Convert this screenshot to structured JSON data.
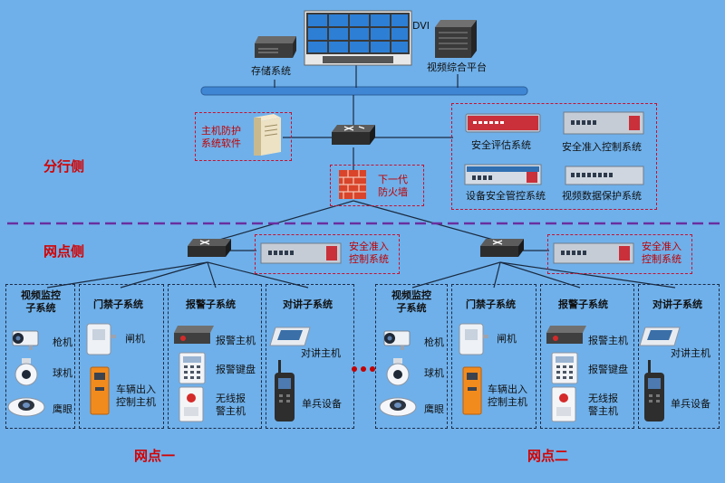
{
  "center": {
    "dvi": "DVI",
    "storage": "存储系统",
    "video_platform": "视频综合平台",
    "host_protect_l1": "主机防护",
    "host_protect_l2": "系统软件",
    "firewall_l1": "下一代",
    "firewall_l2": "防火墙",
    "branch_side": "分行侧",
    "network_side": "网点侧"
  },
  "security_group": {
    "items": [
      "安全评估系统",
      "安全准入控制系统",
      "设备安全管控系统",
      "视频数据保护系统"
    ]
  },
  "sites": [
    {
      "name": "网点一",
      "access_l1": "安全准入",
      "access_l2": "控制系统",
      "video": {
        "title_l1": "视频监控",
        "title_l2": "子系统",
        "items": [
          "枪机",
          "球机",
          "鹰眼"
        ]
      },
      "door": {
        "title": "门禁子系统",
        "gate": "闸机",
        "vehicle_l1": "车辆出入",
        "vehicle_l2": "控制主机"
      },
      "alarm": {
        "title": "报警子系统",
        "host": "报警主机",
        "keypad": "报警键盘",
        "wireless_l1": "无线报",
        "wireless_l2": "警主机"
      },
      "intercom": {
        "title": "对讲子系统",
        "host": "对讲主机",
        "single": "单兵设备"
      }
    },
    {
      "name": "网点二",
      "access_l1": "安全准入",
      "access_l2": "控制系统",
      "video": {
        "title_l1": "视频监控",
        "title_l2": "子系统",
        "items": [
          "枪机",
          "球机",
          "鹰眼"
        ]
      },
      "door": {
        "title": "门禁子系统",
        "gate": "闸机",
        "vehicle_l1": "车辆出入",
        "vehicle_l2": "控制主机"
      },
      "alarm": {
        "title": "报警子系统",
        "host": "报警主机",
        "keypad": "报警键盘",
        "wireless_l1": "无线报",
        "wireless_l2": "警主机"
      },
      "intercom": {
        "title": "对讲子系统",
        "host": "对讲主机",
        "single": "单兵设备"
      }
    }
  ],
  "colors": {
    "background": "#6fb0ea",
    "accent_red": "#c00000",
    "divider_purple": "#6a2fa0",
    "bus_blue": "#3f86d4"
  },
  "icons": [
    "video-wall-icon",
    "storage-server-icon",
    "platform-chassis-icon",
    "host-server-icon",
    "core-switch-icon",
    "firewall-icon",
    "security-appliance-icon",
    "switch-icon",
    "bullet-camera-icon",
    "dome-camera-icon",
    "fisheye-camera-icon",
    "turnstile-icon",
    "vehicle-controller-icon",
    "alarm-host-icon",
    "alarm-keypad-icon",
    "wireless-alarm-icon",
    "intercom-host-icon",
    "walkie-talkie-icon",
    "ellipsis-dots-icon"
  ]
}
